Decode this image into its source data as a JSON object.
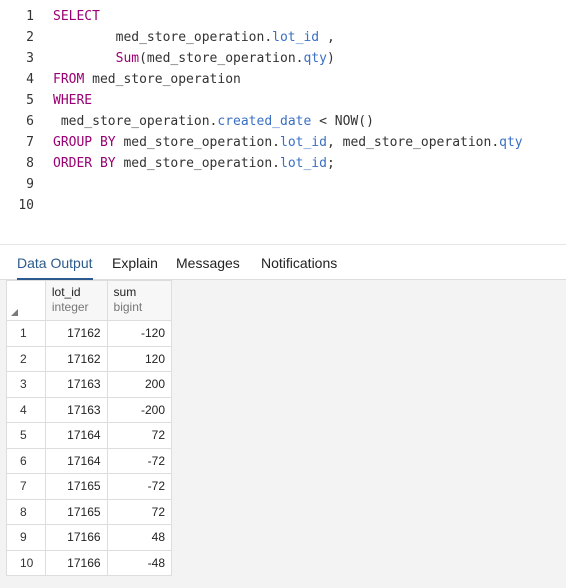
{
  "editor": {
    "lines": [
      {
        "n": "1",
        "parts": [
          {
            "t": "SELECT",
            "c": "kw"
          }
        ]
      },
      {
        "n": "2",
        "parts": [
          {
            "t": "        med_store_operation.",
            "c": ""
          },
          {
            "t": "lot_id",
            "c": "fld"
          },
          {
            "t": " ,",
            "c": ""
          }
        ]
      },
      {
        "n": "3",
        "parts": [
          {
            "t": "        ",
            "c": ""
          },
          {
            "t": "Sum",
            "c": "kw"
          },
          {
            "t": "(med_store_operation.",
            "c": ""
          },
          {
            "t": "qty",
            "c": "fld"
          },
          {
            "t": ")",
            "c": ""
          }
        ]
      },
      {
        "n": "4",
        "parts": [
          {
            "t": "FROM",
            "c": "kw"
          },
          {
            "t": " med_store_operation",
            "c": ""
          }
        ]
      },
      {
        "n": "5",
        "parts": [
          {
            "t": "WHERE",
            "c": "kw"
          }
        ]
      },
      {
        "n": "6",
        "parts": [
          {
            "t": " med_store_operation.",
            "c": ""
          },
          {
            "t": "created_date",
            "c": "fld"
          },
          {
            "t": " < NOW()",
            "c": ""
          }
        ]
      },
      {
        "n": "7",
        "parts": [
          {
            "t": "GROUP BY",
            "c": "kw"
          },
          {
            "t": " med_store_operation.",
            "c": ""
          },
          {
            "t": "lot_id",
            "c": "fld"
          },
          {
            "t": ", med_store_operation.",
            "c": ""
          },
          {
            "t": "qty",
            "c": "fld"
          }
        ]
      },
      {
        "n": "8",
        "parts": [
          {
            "t": "ORDER BY",
            "c": "kw"
          },
          {
            "t": " med_store_operation.",
            "c": ""
          },
          {
            "t": "lot_id",
            "c": "fld"
          },
          {
            "t": ";",
            "c": ""
          }
        ]
      },
      {
        "n": "9",
        "parts": []
      },
      {
        "n": "10",
        "parts": []
      }
    ]
  },
  "tabs": [
    "Data Output",
    "Explain",
    "Messages",
    "Notifications"
  ],
  "active_tab": "Data Output",
  "columns": [
    {
      "name": "lot_id",
      "type": "integer"
    },
    {
      "name": "sum",
      "type": "bigint"
    }
  ],
  "rows": [
    [
      "1",
      "17162",
      "-120"
    ],
    [
      "2",
      "17162",
      "120"
    ],
    [
      "3",
      "17163",
      "200"
    ],
    [
      "4",
      "17163",
      "-200"
    ],
    [
      "5",
      "17164",
      "72"
    ],
    [
      "6",
      "17164",
      "-72"
    ],
    [
      "7",
      "17165",
      "-72"
    ],
    [
      "8",
      "17165",
      "72"
    ],
    [
      "9",
      "17166",
      "48"
    ],
    [
      "10",
      "17166",
      "-48"
    ]
  ],
  "colors": {
    "keyword": "#990073",
    "field": "#3a6fc4",
    "active_tab": "#2c5a8c"
  },
  "icons": {
    "sort": "sort-triangle-icon"
  }
}
